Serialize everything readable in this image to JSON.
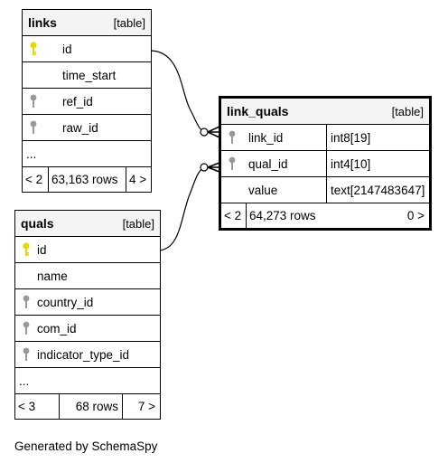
{
  "tables": {
    "links": {
      "name": "links",
      "kind": "[table]",
      "columns": [
        "id",
        "time_start",
        "ref_id",
        "raw_id"
      ],
      "ellipsis": "...",
      "footer": {
        "parents": "< 2",
        "rows": "63,163 rows",
        "children": "4 >"
      }
    },
    "link_quals": {
      "name": "link_quals",
      "kind": "[table]",
      "columns": [
        {
          "name": "link_id",
          "type": "int8[19]"
        },
        {
          "name": "qual_id",
          "type": "int4[10]"
        },
        {
          "name": "value",
          "type": "text[2147483647]"
        }
      ],
      "footer": {
        "parents": "< 2",
        "rows": "64,273 rows",
        "children": "0 >"
      }
    },
    "quals": {
      "name": "quals",
      "kind": "[table]",
      "columns": [
        "id",
        "name",
        "country_id",
        "com_id",
        "indicator_type_id"
      ],
      "ellipsis": "...",
      "footer": {
        "parents": "< 3",
        "rows": "68 rows",
        "children": "7 >"
      }
    }
  },
  "generated_by": "Generated by SchemaSpy",
  "colors": {
    "primary_key": "#e8d800",
    "foreign_key": "#999999",
    "border": "#000000"
  },
  "icons": {
    "primary_key": "key-icon-gold",
    "foreign_key": "key-icon-gray"
  }
}
